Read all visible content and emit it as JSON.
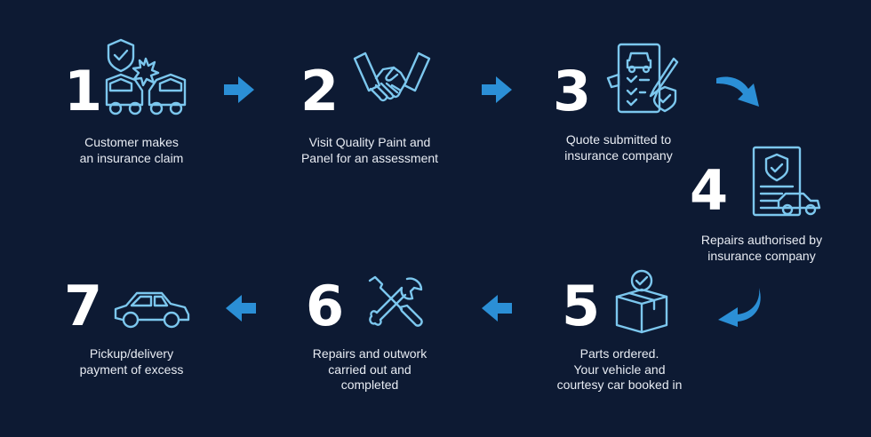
{
  "colors": {
    "background": "#0d1a33",
    "icon_line": "#7cc7ee",
    "arrow": "#2b8fd6",
    "text": "#ffffff"
  },
  "steps": [
    {
      "number": "1",
      "icon": "car-crash-shield-icon",
      "lines": [
        "Customer makes",
        "an insurance claim"
      ]
    },
    {
      "number": "2",
      "icon": "handshake-icon",
      "lines": [
        "Visit Quality Paint and",
        "Panel for an assessment"
      ]
    },
    {
      "number": "3",
      "icon": "quote-checklist-icon",
      "lines": [
        "Quote submitted to",
        "insurance company"
      ]
    },
    {
      "number": "4",
      "icon": "insurance-document-car-icon",
      "lines": [
        "Repairs authorised by",
        "insurance company"
      ]
    },
    {
      "number": "5",
      "icon": "parts-box-icon",
      "lines": [
        "Parts ordered.",
        "Your vehicle and",
        "courtesy car booked in"
      ]
    },
    {
      "number": "6",
      "icon": "wrench-screwdriver-icon",
      "lines": [
        "Repairs and outwork",
        "carried out and",
        "completed"
      ]
    },
    {
      "number": "7",
      "icon": "car-icon",
      "lines": [
        "Pickup/delivery",
        "payment of excess"
      ]
    }
  ],
  "arrows": [
    "arrow-right-icon",
    "arrow-right-icon",
    "arrow-curved-down-icon",
    "arrow-curved-down-left-icon",
    "arrow-left-icon",
    "arrow-left-icon"
  ]
}
